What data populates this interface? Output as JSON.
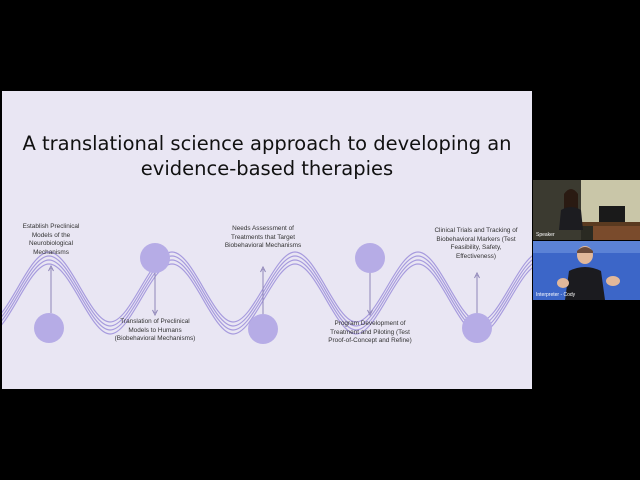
{
  "slide": {
    "title_line1": "A translational science approach to developing an",
    "title_line2": "evidence-based therapies",
    "stages": [
      {
        "text": "Establish Preclinical Models of the Neurobiological Mechanisms"
      },
      {
        "text": "Translation of Preclinical Models to Humans (Biobehavioral Mechanisms)"
      },
      {
        "text": "Needs Assessment of Treatments that Target Biobehavioral Mechanisms"
      },
      {
        "text": "Program Development of Treatment and Piloting (Test Proof-of-Concept and Refine)"
      },
      {
        "text": "Clinical Trials and Tracking of Biobehavioral Markers (Test Feasibility, Safety, Effectiveness)"
      }
    ]
  },
  "participants": [
    {
      "name": "Speaker"
    },
    {
      "name": "Interpreter - Cody"
    }
  ],
  "colors": {
    "slide_bg": "#e9e6f3",
    "accent": "#b6ace6",
    "wave": "#a79bde"
  }
}
